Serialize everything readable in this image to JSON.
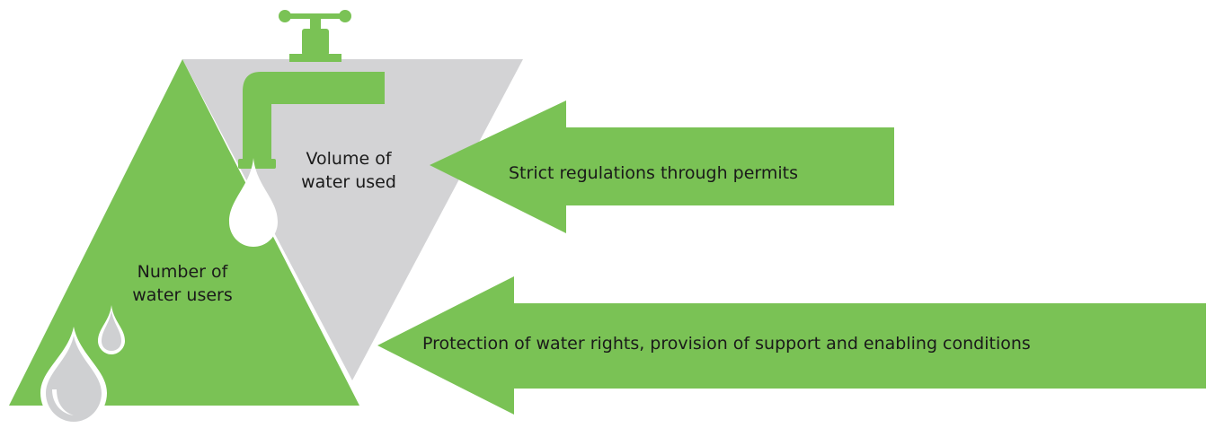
{
  "colors": {
    "green": "#7ac255",
    "gray": "#d3d3d5",
    "white": "#ffffff",
    "text": "#1a1a1a"
  },
  "icons": [
    "water-tap-icon",
    "water-drop-icon"
  ],
  "triangles": {
    "volume": {
      "line1": "Volume of",
      "line2": "water used"
    },
    "users": {
      "line1": "Number of",
      "line2": "water users"
    }
  },
  "arrows": {
    "upper": {
      "text": "Strict regulations through permits"
    },
    "lower": {
      "text": "Protection of water rights, provision of support and enabling conditions"
    }
  }
}
